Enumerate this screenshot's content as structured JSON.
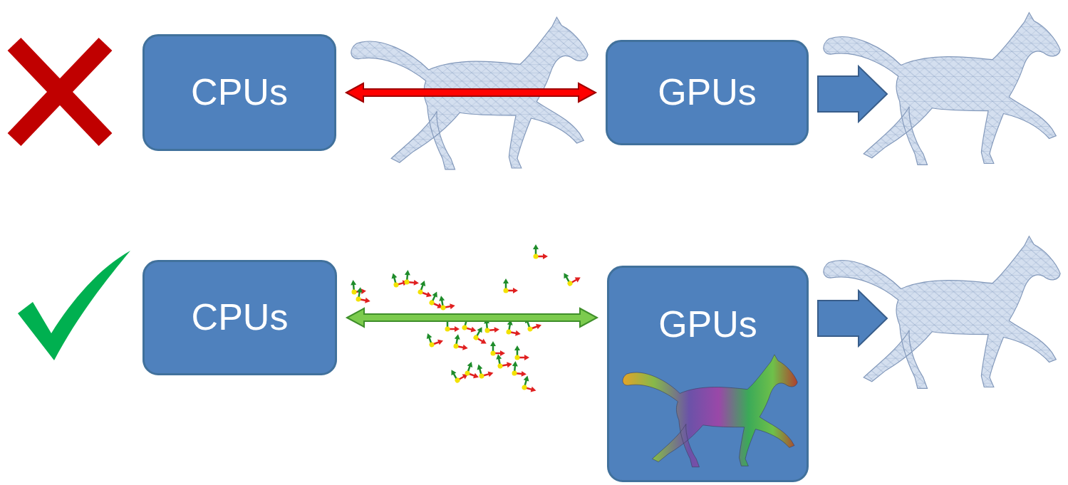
{
  "diagram": {
    "nodes": [
      {
        "text": [
          "CPUs"
        ]
      },
      {
        "text": [
          "GPUs"
        ]
      },
      {
        "text": [
          "CPUs"
        ]
      },
      {
        "text": [
          "GPUs"
        ]
      }
    ],
    "edges": [
      {
        "from": 0,
        "to": 1,
        "arrow": "both"
      },
      {
        "from": 2,
        "to": 3,
        "arrow": "both"
      }
    ]
  }
}
